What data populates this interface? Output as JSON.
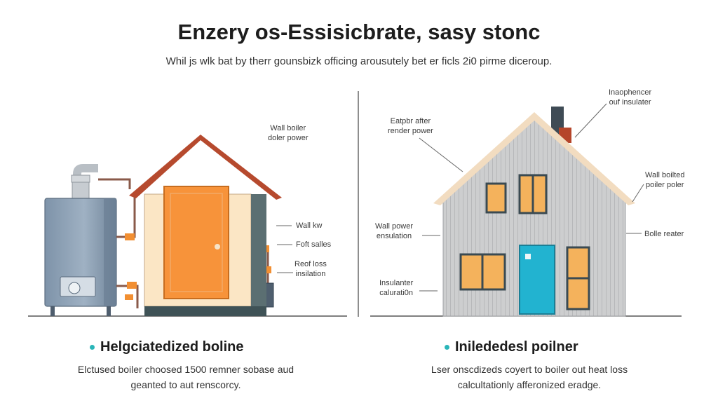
{
  "header": {
    "title": "Enzery os-Essisicbrate, sasy stonc",
    "subtitle": "Whil js wlk bat by therr gounsbizk officing arousutely bet er ficls 2i0 pirme diceroup."
  },
  "left_panel": {
    "labels": {
      "wall_boiler": [
        "Wall boiler",
        "doler power"
      ],
      "wall_kw": "Wall kw",
      "foft_salles": "Foft salles",
      "reof_loss": [
        "Reof loss",
        "insilation"
      ]
    },
    "caption": {
      "title": "Helgciatedized boline",
      "description": [
        "Elctused boiler choosed 1500 remner sobase aud",
        "geanted to aut renscorcy."
      ]
    }
  },
  "right_panel": {
    "labels": {
      "eatpbr": [
        "Eatpbr after",
        "render power"
      ],
      "inapphencer": [
        "Inaophencer",
        "ouf insulater"
      ],
      "wall_boilted": [
        "Wall boilted",
        "poiler poler"
      ],
      "wall_power": [
        "Wall power",
        "ensulation"
      ],
      "bolle_reater": "Bolle reater",
      "insulanter": [
        "Insulanter",
        "calurati0n"
      ]
    },
    "caption": {
      "title": "Inilededesl poilner",
      "description": [
        "Lser onscdizeds coyert to boiler out heat loss",
        "calcultationly afferonized eradge."
      ]
    }
  },
  "colors": {
    "accent_dot": "#2ab5b8",
    "door_left": "#f7933a",
    "door_right": "#22b3d0",
    "roof_left": "#b64a2e",
    "window_glow": "#f4b25c",
    "siding": "#c9cacc",
    "boiler": "#8a9db1"
  }
}
